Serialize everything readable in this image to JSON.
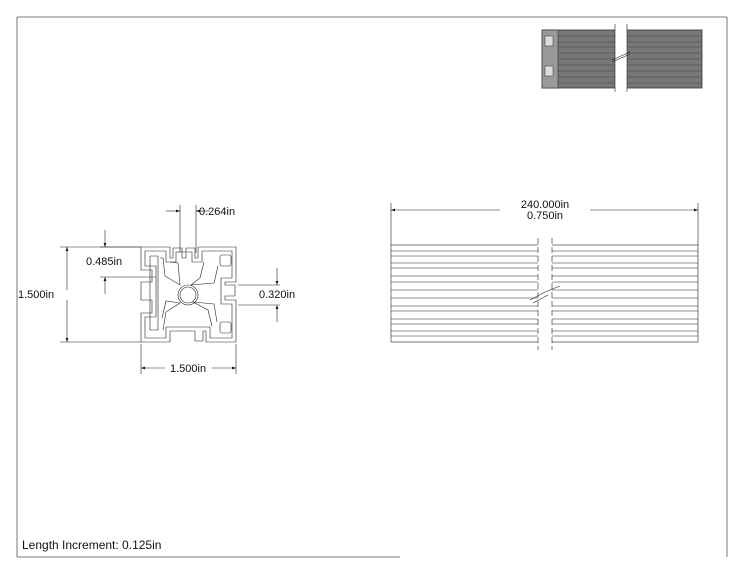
{
  "section_view": {
    "slot_width": "0.264in",
    "slot_depth": "0.485in",
    "height": "1.500in",
    "width": "1.500in",
    "center_bore": "0.320in"
  },
  "side_view": {
    "length": "240.000in",
    "slot_offset": "0.750in"
  },
  "notes": {
    "length_increment": "Length Increment: 0.125in"
  },
  "colors": {
    "line": "#222222",
    "frame": "#555555",
    "iso_fill": "#7a7a7a"
  }
}
